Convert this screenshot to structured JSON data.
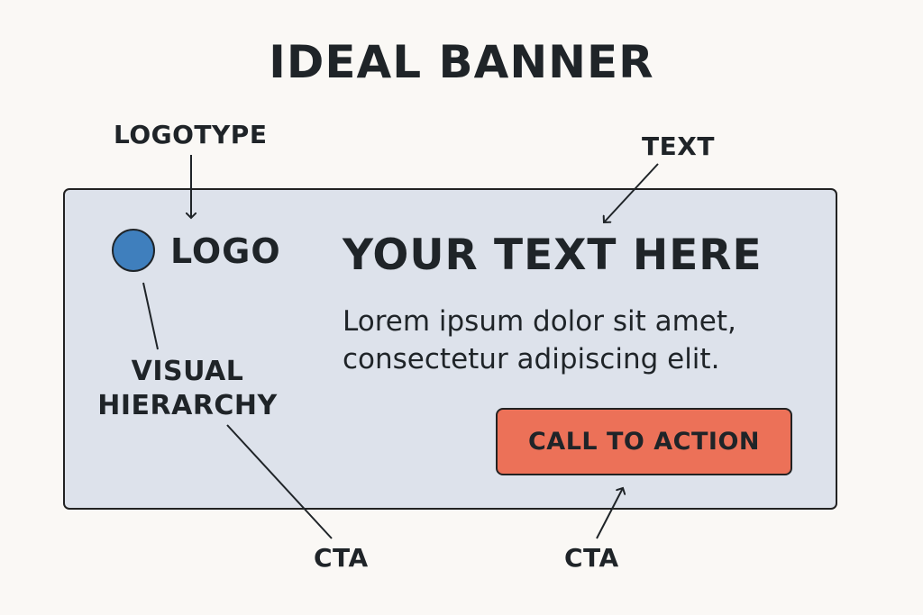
{
  "title": "IDEAL BANNER",
  "callouts": {
    "logotype": "LOGOTYPE",
    "text": "TEXT",
    "visual_hierarchy": "VISUAL HIERARCHY",
    "cta_left": "CTA",
    "cta_right": "CTA"
  },
  "banner": {
    "logo_text": "LOGO",
    "headline": "YOUR TEXT HERE",
    "body_lines": [
      "Lorem ipsum dolor sit amet,",
      "consectetur adipiscing elit."
    ],
    "cta_label": "CALL TO ACTION"
  },
  "colors": {
    "page_background": "#faf8f5",
    "banner_background": "#dde2eb",
    "logo_circle": "#3f7fbd",
    "cta_button": "#ec7158",
    "ink": "#1f2428"
  }
}
